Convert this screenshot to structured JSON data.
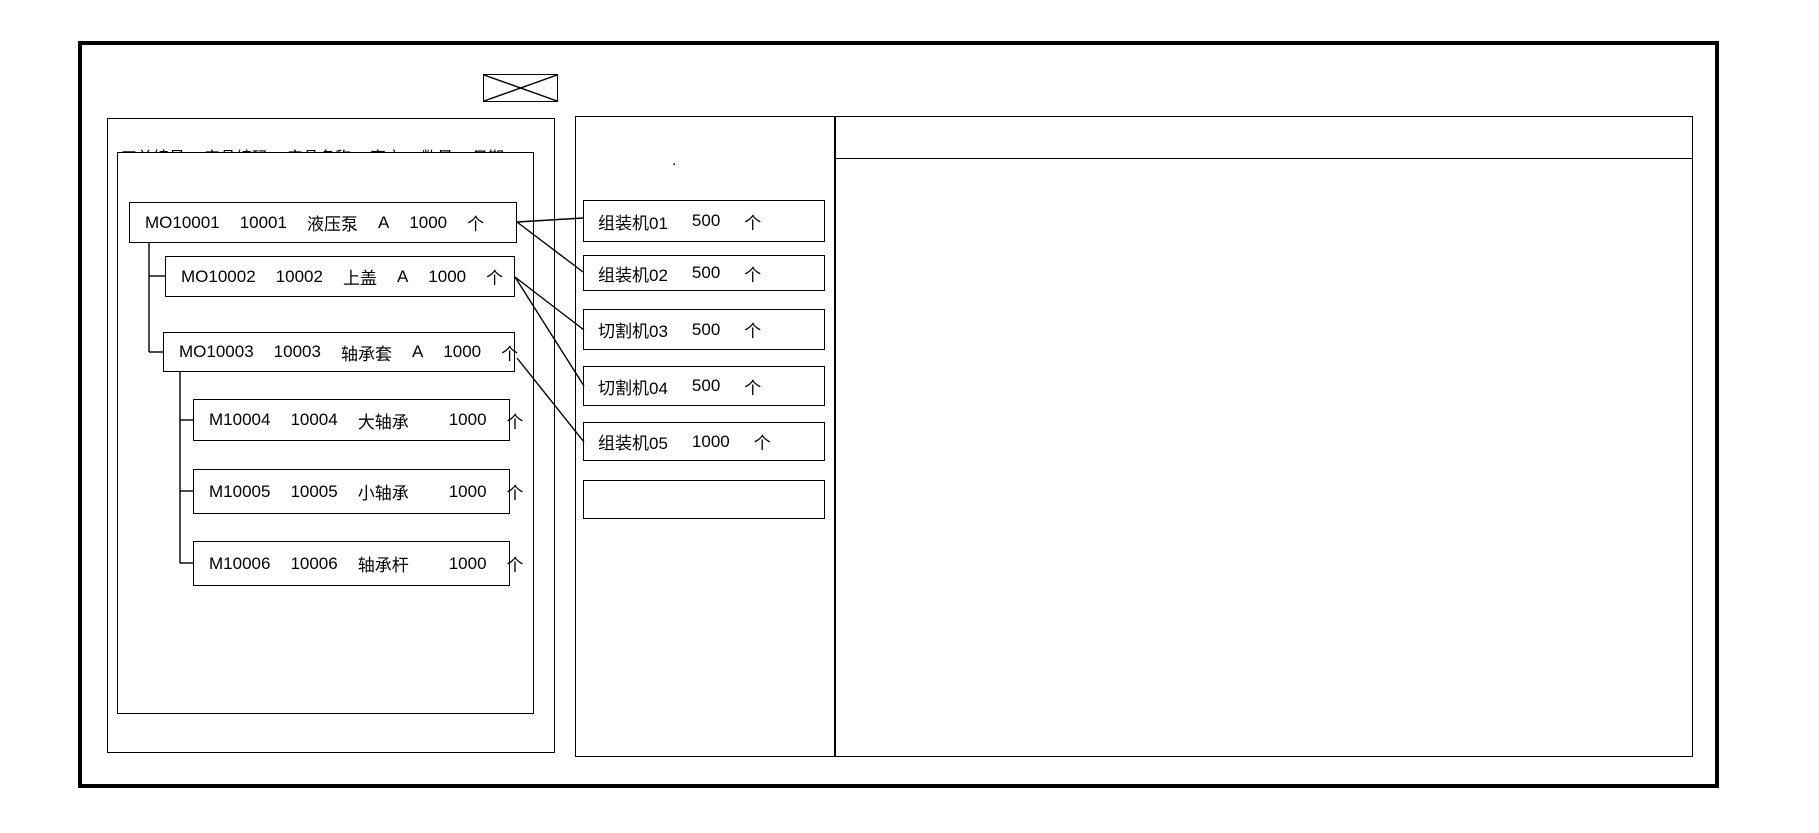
{
  "window": {
    "toolbar": {
      "input1": {
        "value": ""
      },
      "input2": {
        "value": ""
      },
      "x_box_icon": "crossed-rectangle"
    },
    "left_panel": {
      "columns": [
        "工单编号",
        "产品编码",
        "产品名称",
        "客户",
        "数量",
        "日期"
      ],
      "orders": [
        {
          "order_no": "MO10001",
          "product_code": "10001",
          "product_name": "液压泵",
          "customer": "A",
          "qty": "1000",
          "unit": "个",
          "level": 0
        },
        {
          "order_no": "MO10002",
          "product_code": "10002",
          "product_name": "上盖",
          "customer": "A",
          "qty": "1000",
          "unit": "个",
          "level": 1
        },
        {
          "order_no": "MO10003",
          "product_code": "10003",
          "product_name": "轴承套",
          "customer": "A",
          "qty": "1000",
          "unit": "个",
          "level": 1
        },
        {
          "order_no": "M10004",
          "product_code": "10004",
          "product_name": "大轴承",
          "customer": "",
          "qty": "1000",
          "unit": "个",
          "level": 2
        },
        {
          "order_no": "M10005",
          "product_code": "10005",
          "product_name": "小轴承",
          "customer": "",
          "qty": "1000",
          "unit": "个",
          "level": 2
        },
        {
          "order_no": "M10006",
          "product_code": "10006",
          "product_name": "轴承杆",
          "customer": "",
          "qty": "1000",
          "unit": "个",
          "level": 2
        }
      ]
    },
    "middle_panel": {
      "dot": ".",
      "machines": [
        {
          "name": "组装机01",
          "qty": "500",
          "unit": "个"
        },
        {
          "name": "组装机02",
          "qty": "500",
          "unit": "个"
        },
        {
          "name": "切割机03",
          "qty": "500",
          "unit": "个"
        },
        {
          "name": "切割机04",
          "qty": "500",
          "unit": "个"
        },
        {
          "name": "组装机05",
          "qty": "1000",
          "unit": "个"
        },
        {
          "name": "",
          "qty": "",
          "unit": ""
        }
      ]
    },
    "colors": {
      "line": "#000000",
      "background": "#ffffff"
    }
  }
}
